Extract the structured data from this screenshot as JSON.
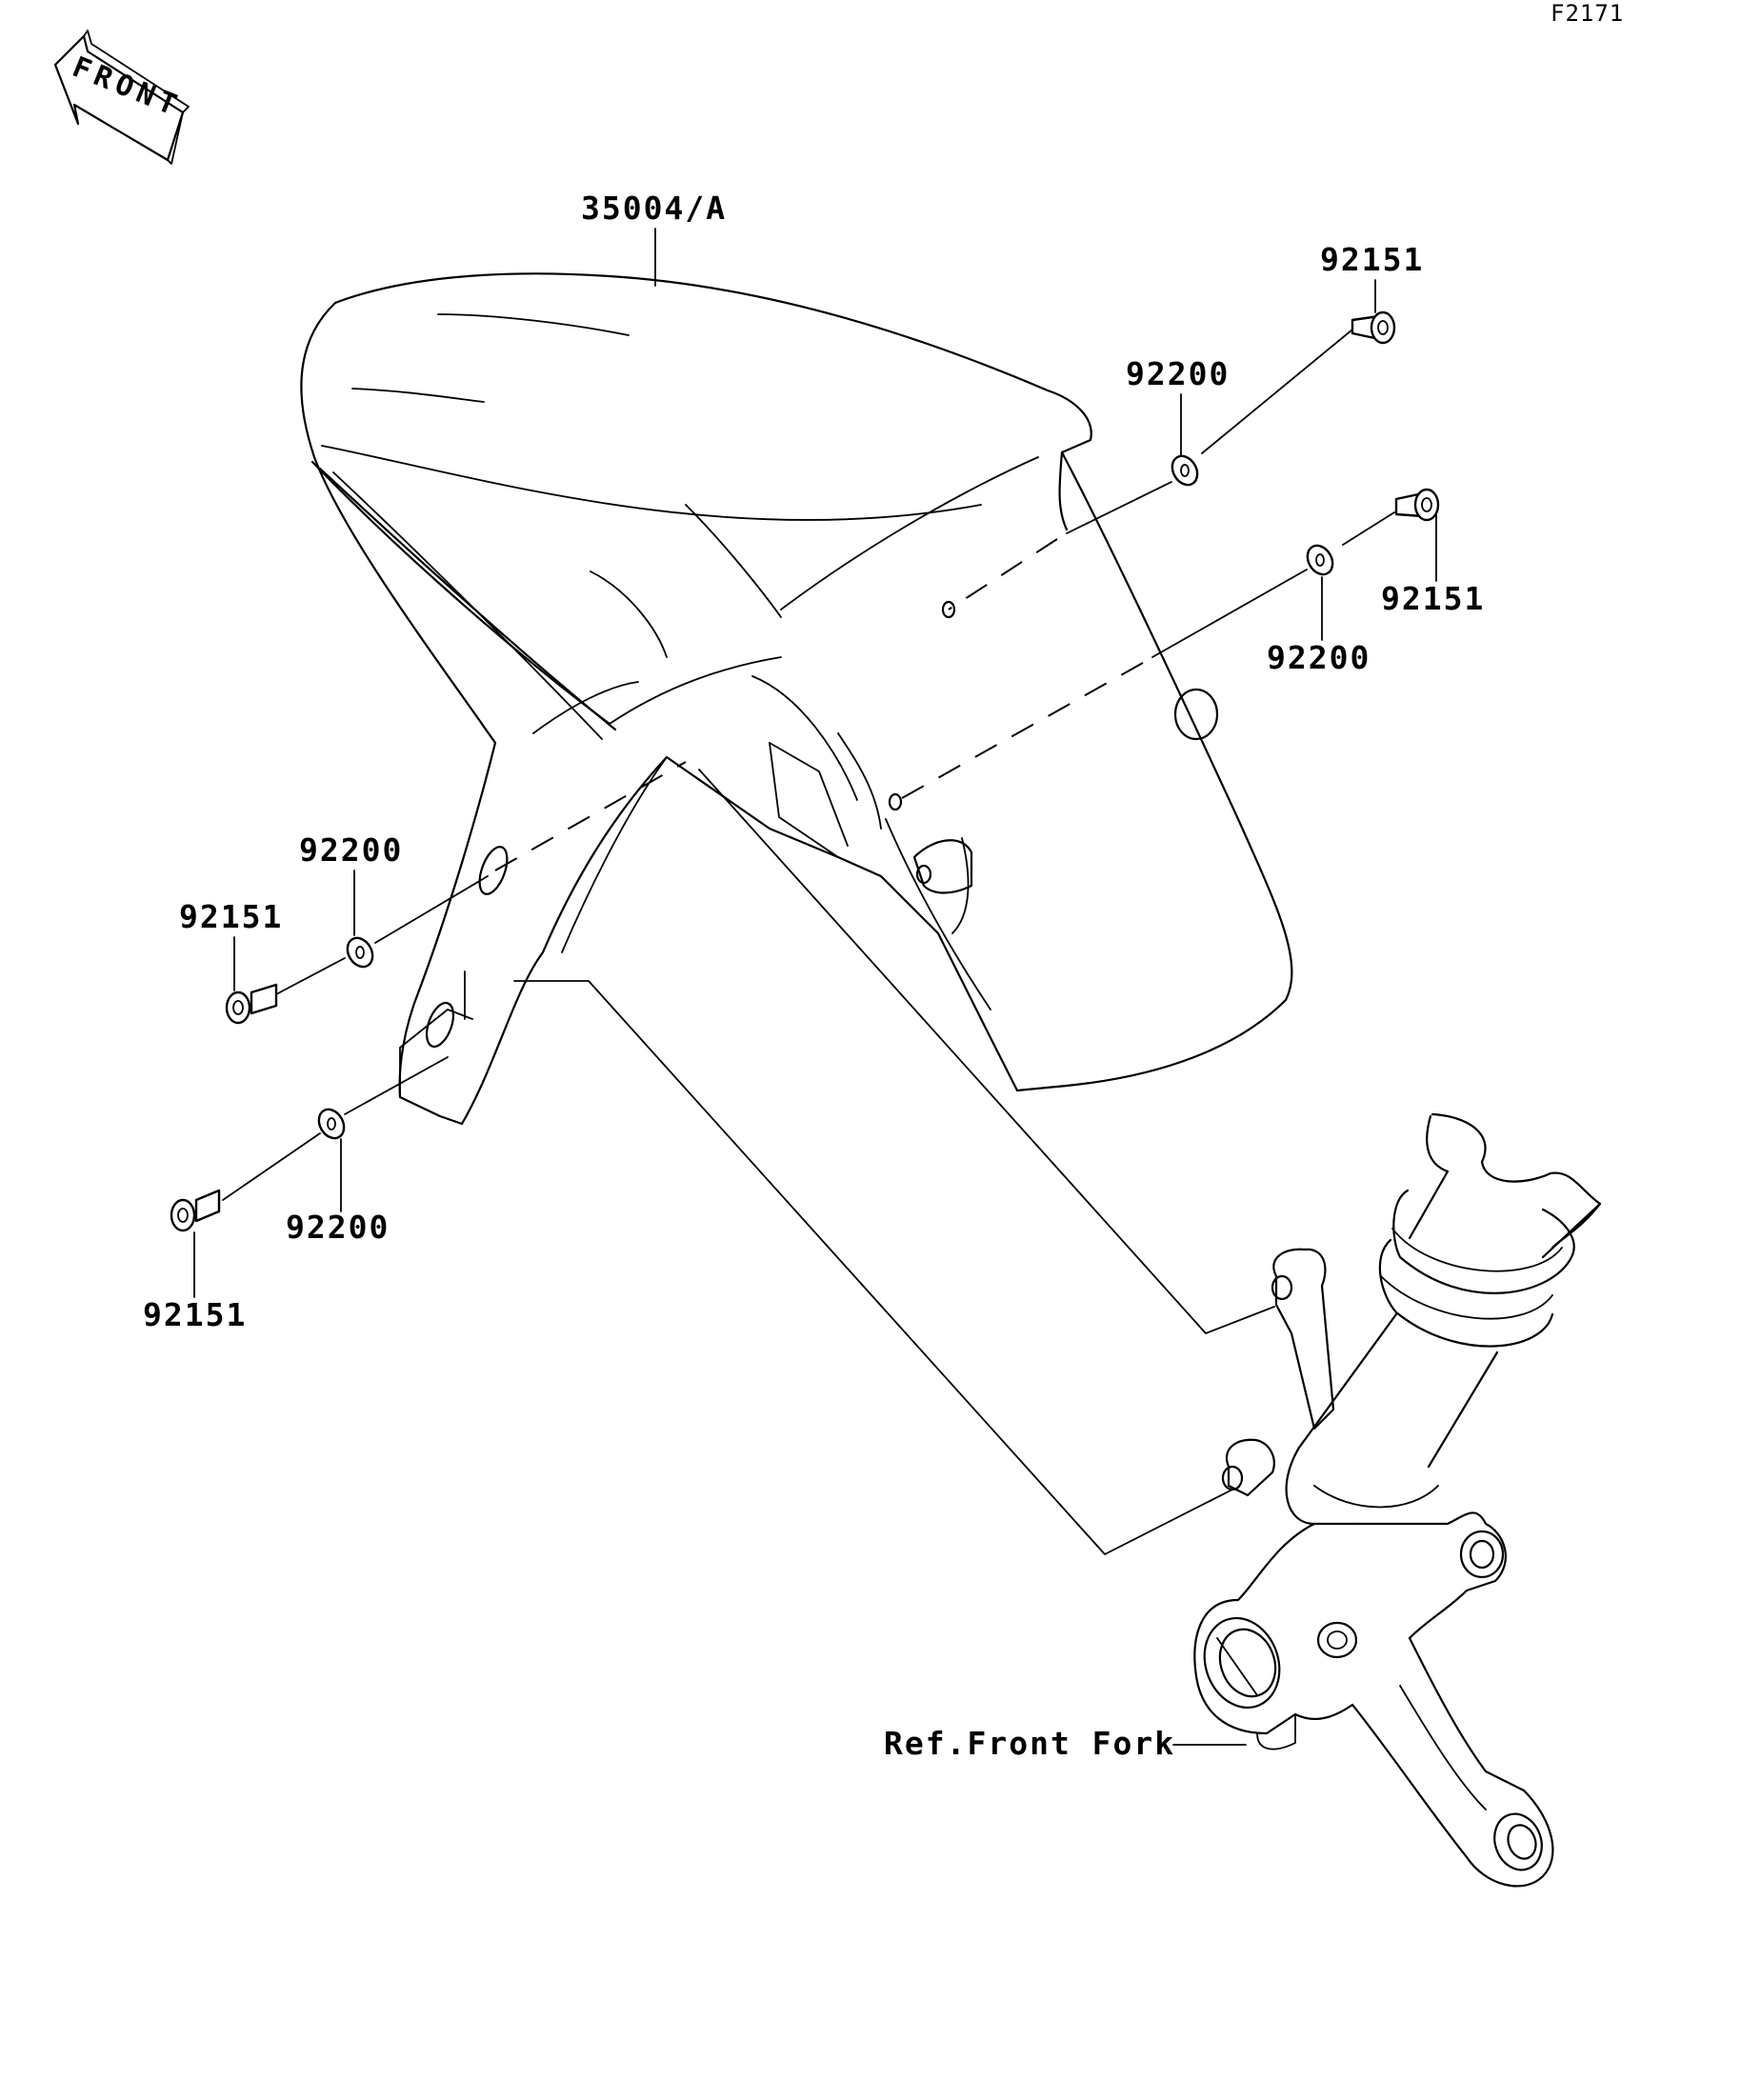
{
  "diagram_code": "F2171",
  "front_arrow": {
    "label": "FRONT"
  },
  "labels": {
    "fender": "35004/A",
    "screw_upper_right": "92151",
    "washer_upper_right": "92200",
    "screw_middle_right": "92151",
    "washer_middle_right": "92200",
    "washer_left_upper": "92200",
    "screw_left_upper": "92151",
    "washer_left_lower": "92200",
    "screw_left_lower": "92151",
    "reference": "Ref.Front Fork"
  }
}
